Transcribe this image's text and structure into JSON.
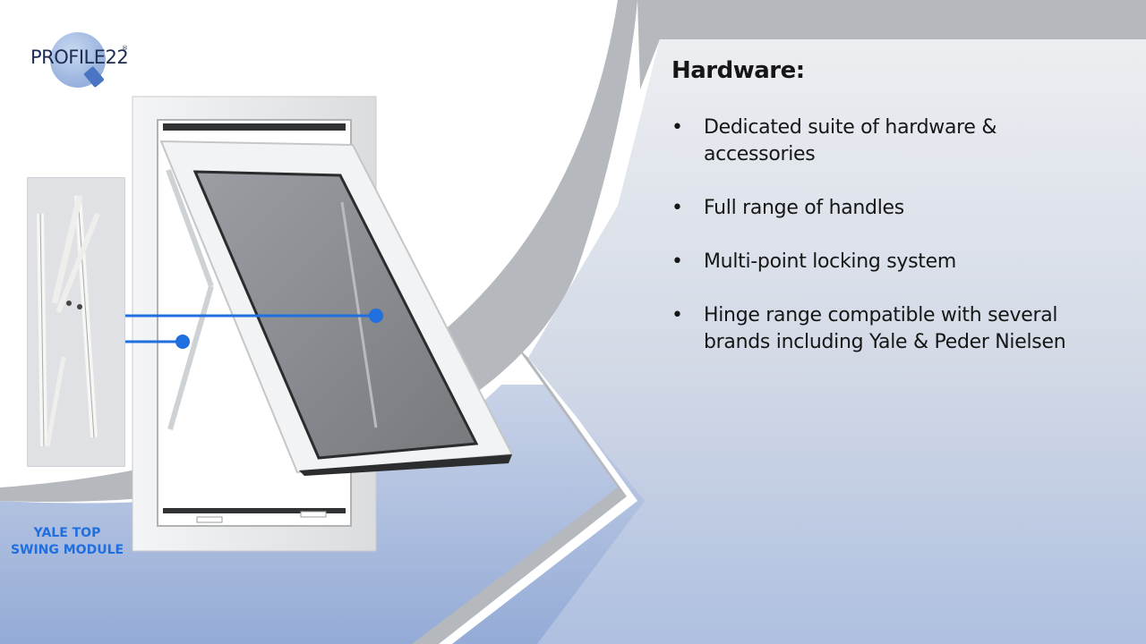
{
  "logo": {
    "text": "PROFILE22",
    "reg": "®"
  },
  "panel": {
    "heading": "Hardware:",
    "bullet_symbol": "•",
    "items": [
      {
        "line1": "Dedicated suite of hardware &",
        "line2": "accessories"
      },
      {
        "line1": "Full range of handles",
        "line2": ""
      },
      {
        "line1": "Multi-point locking system",
        "line2": ""
      },
      {
        "line1": "Hinge range compatible with several",
        "line2": "brands including Yale & Peder Nielsen"
      }
    ]
  },
  "caption": {
    "line1": "YALE TOP",
    "line2": "SWING MODULE"
  },
  "colors": {
    "accent_blue": "#1f6fe0",
    "band_gray": "#b5b8bd",
    "panel_gray": "#e4e6ea",
    "bottom_blue": "#9db1d9",
    "text": "#161616"
  }
}
